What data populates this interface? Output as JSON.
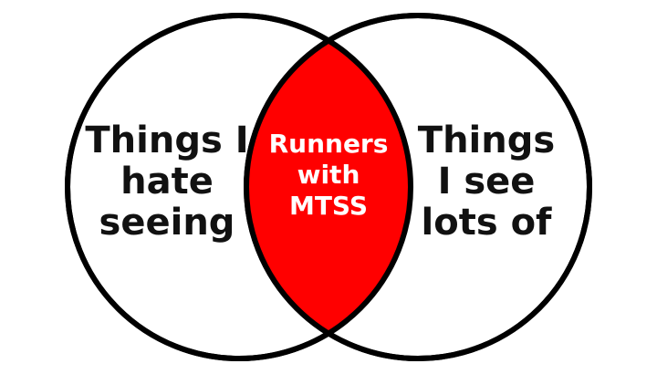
{
  "diagram": {
    "left_set": {
      "lines": [
        "Things I",
        "hate",
        "seeing"
      ]
    },
    "right_set": {
      "lines": [
        "Things",
        "I see",
        "lots of"
      ]
    },
    "intersection": {
      "lines": [
        "Runners",
        "with",
        "MTSS"
      ]
    },
    "colors": {
      "outline": "#000000",
      "circle_fill": "#ffffff",
      "intersection_fill": "#ff0000",
      "side_text": "#111111",
      "intersection_text": "#ffffff"
    }
  }
}
